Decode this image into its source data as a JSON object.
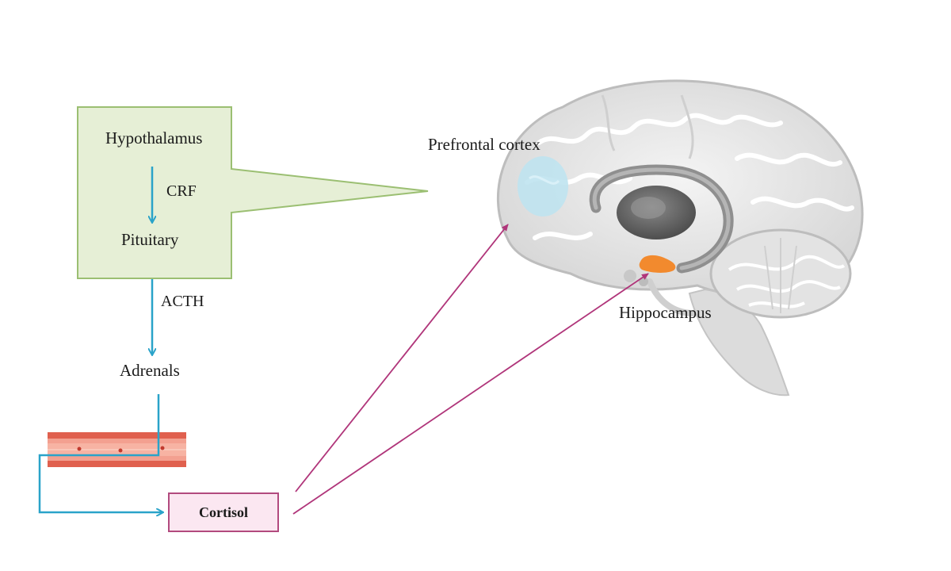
{
  "labels": {
    "hypothalamus": "Hypothalamus",
    "crf": "CRF",
    "pituitary": "Pituitary",
    "acth": "ACTH",
    "adrenals": "Adrenals",
    "cortisol": "Cortisol",
    "prefrontal_cortex": "Prefrontal cortex",
    "hippocampus": "Hippocampus"
  },
  "colors": {
    "hpa_box_fill": "#e6efd6",
    "hpa_box_stroke": "#9bbf72",
    "flow_arrow": "#2aa3c9",
    "cortisol_fill": "#fbe7f1",
    "cortisol_stroke": "#b24a7e",
    "target_arrow": "#b0357a",
    "vessel": "#e0604e",
    "prefrontal_highlight": "#bfe3f0",
    "hippocampus_highlight": "#f28a2e",
    "brain": "#e6e6e6"
  }
}
